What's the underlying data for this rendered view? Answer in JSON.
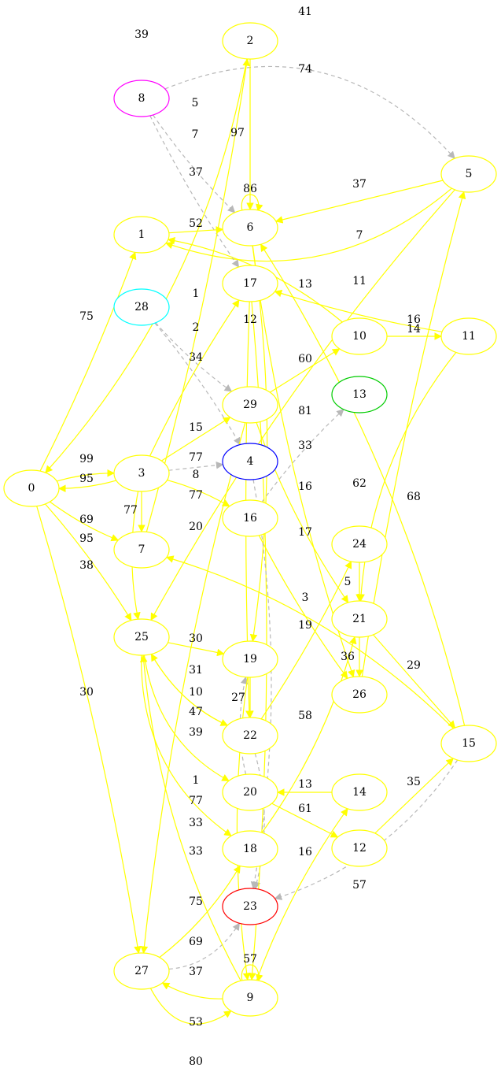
{
  "colors": {
    "edge_main": "#FFFF00",
    "edge_dashed": "#B8B8B8",
    "node_default": "#FFFF00",
    "node_magenta": "#FF00FF",
    "node_cyan": "#00FFFF",
    "node_green": "#00CC00",
    "node_blue": "#0000FF",
    "node_red": "#FF0000"
  },
  "nodes": [
    {
      "id": "0",
      "label": "0",
      "color": "#FFFF00"
    },
    {
      "id": "1",
      "label": "1",
      "color": "#FFFF00"
    },
    {
      "id": "2",
      "label": "2",
      "color": "#FFFF00"
    },
    {
      "id": "3",
      "label": "3",
      "color": "#FFFF00"
    },
    {
      "id": "4",
      "label": "4",
      "color": "#0000FF"
    },
    {
      "id": "5",
      "label": "5",
      "color": "#FFFF00"
    },
    {
      "id": "6",
      "label": "6",
      "color": "#FFFF00"
    },
    {
      "id": "7",
      "label": "7",
      "color": "#FFFF00"
    },
    {
      "id": "8",
      "label": "8",
      "color": "#FF00FF"
    },
    {
      "id": "9",
      "label": "9",
      "color": "#FFFF00"
    },
    {
      "id": "10",
      "label": "10",
      "color": "#FFFF00"
    },
    {
      "id": "11",
      "label": "11",
      "color": "#FFFF00"
    },
    {
      "id": "12",
      "label": "12",
      "color": "#FFFF00"
    },
    {
      "id": "13",
      "label": "13",
      "color": "#00CC00"
    },
    {
      "id": "14",
      "label": "14",
      "color": "#FFFF00"
    },
    {
      "id": "15",
      "label": "15",
      "color": "#FFFF00"
    },
    {
      "id": "16",
      "label": "16",
      "color": "#FFFF00"
    },
    {
      "id": "17",
      "label": "17",
      "color": "#FFFF00"
    },
    {
      "id": "18",
      "label": "18",
      "color": "#FFFF00"
    },
    {
      "id": "19",
      "label": "19",
      "color": "#FFFF00"
    },
    {
      "id": "20",
      "label": "20",
      "color": "#FFFF00"
    },
    {
      "id": "21",
      "label": "21",
      "color": "#FFFF00"
    },
    {
      "id": "22",
      "label": "22",
      "color": "#FFFF00"
    },
    {
      "id": "23",
      "label": "23",
      "color": "#FF0000"
    },
    {
      "id": "24",
      "label": "24",
      "color": "#FFFF00"
    },
    {
      "id": "25",
      "label": "25",
      "color": "#FFFF00"
    },
    {
      "id": "26",
      "label": "26",
      "color": "#FFFF00"
    },
    {
      "id": "27",
      "label": "27",
      "color": "#FFFF00"
    },
    {
      "id": "28",
      "label": "28",
      "color": "#00FFFF"
    },
    {
      "id": "29",
      "label": "29",
      "color": "#FFFF00"
    }
  ],
  "edges": [
    {
      "from": "2",
      "to": "0",
      "label": "39",
      "dashed": false
    },
    {
      "from": "8",
      "to": "5",
      "label": "41",
      "dashed": true
    },
    {
      "from": "5",
      "to": "1",
      "label": "74",
      "dashed": false
    },
    {
      "from": "8",
      "to": "6",
      "label": "5",
      "dashed": true
    },
    {
      "from": "8",
      "to": "17",
      "label": "7",
      "dashed": true
    },
    {
      "from": "2",
      "to": "6",
      "label": "97",
      "dashed": false
    },
    {
      "from": "6",
      "to": "6",
      "label": "86",
      "dashed": false
    },
    {
      "from": "5",
      "to": "6",
      "label": "37",
      "dashed": false
    },
    {
      "from": "1",
      "to": "6",
      "label": "52",
      "dashed": false
    },
    {
      "from": "15",
      "to": "6",
      "label": "7",
      "dashed": false
    },
    {
      "from": "11",
      "to": "17",
      "label": "11",
      "dashed": false
    },
    {
      "from": "10",
      "to": "1",
      "label": "13",
      "dashed": false
    },
    {
      "from": "28",
      "to": "29",
      "label": "1",
      "dashed": true
    },
    {
      "from": "10",
      "to": "11",
      "label": "14",
      "dashed": false
    },
    {
      "from": "28",
      "to": "4",
      "label": "2",
      "dashed": true
    },
    {
      "from": "0",
      "to": "1",
      "label": "75",
      "dashed": false
    },
    {
      "from": "29",
      "to": "10",
      "label": "60",
      "dashed": false
    },
    {
      "from": "3",
      "to": "17",
      "label": "34",
      "dashed": false
    },
    {
      "from": "16",
      "to": "13",
      "label": "81",
      "dashed": true
    },
    {
      "from": "3",
      "to": "29",
      "label": "15",
      "dashed": false
    },
    {
      "from": "3",
      "to": "0",
      "label": "99",
      "dashed": false
    },
    {
      "from": "0",
      "to": "3",
      "label": "95",
      "dashed": false
    },
    {
      "from": "3",
      "to": "4",
      "label": "77",
      "dashed": true
    },
    {
      "from": "29",
      "to": "21",
      "label": "33",
      "dashed": false
    },
    {
      "from": "6",
      "to": "19",
      "label": "16",
      "dashed": false
    },
    {
      "from": "11",
      "to": "21",
      "label": "62",
      "dashed": false
    },
    {
      "from": "3",
      "to": "16",
      "label": "77",
      "dashed": false
    },
    {
      "from": "5",
      "to": "25",
      "label": "68",
      "dashed": false
    },
    {
      "from": "3",
      "to": "7",
      "label": "77",
      "dashed": false
    },
    {
      "from": "0",
      "to": "7",
      "label": "95",
      "dashed": false
    },
    {
      "from": "3",
      "to": "25",
      "label": "69",
      "dashed": false
    },
    {
      "from": "0",
      "to": "25",
      "label": "38",
      "dashed": false
    },
    {
      "from": "16",
      "to": "26",
      "label": "17",
      "dashed": false
    },
    {
      "from": "24",
      "to": "21",
      "label": "5",
      "dashed": false
    },
    {
      "from": "15",
      "to": "7",
      "label": "3",
      "dashed": false
    },
    {
      "from": "22",
      "to": "24",
      "label": "19",
      "dashed": false
    },
    {
      "from": "25",
      "to": "19",
      "label": "30",
      "dashed": false
    },
    {
      "from": "21",
      "to": "26",
      "label": "36",
      "dashed": false
    },
    {
      "from": "21",
      "to": "15",
      "label": "29",
      "dashed": false
    },
    {
      "from": "0",
      "to": "27",
      "label": "30",
      "dashed": false
    },
    {
      "from": "19",
      "to": "22",
      "label": "27",
      "dashed": false
    },
    {
      "from": "18",
      "to": "21",
      "label": "58",
      "dashed": false
    },
    {
      "from": "14",
      "to": "20",
      "label": "13",
      "dashed": false
    },
    {
      "from": "12",
      "to": "15",
      "label": "35",
      "dashed": false
    },
    {
      "from": "20",
      "to": "12",
      "label": "61",
      "dashed": false
    },
    {
      "from": "9",
      "to": "14",
      "label": "16",
      "dashed": false
    },
    {
      "from": "15",
      "to": "23",
      "label": "57",
      "dashed": true
    },
    {
      "from": "9",
      "to": "9",
      "label": "57",
      "dashed": false
    },
    {
      "from": "27",
      "to": "18",
      "label": "69",
      "dashed": false
    },
    {
      "from": "9",
      "to": "27",
      "label": "37",
      "dashed": false
    },
    {
      "from": "27",
      "to": "23",
      "label": "53",
      "dashed": true
    },
    {
      "from": "27",
      "to": "9",
      "label": "80",
      "dashed": false
    },
    {
      "from": "25",
      "to": "18",
      "label": "75",
      "dashed": false
    },
    {
      "from": "25",
      "to": "20",
      "label": "33",
      "dashed": false
    },
    {
      "from": "9",
      "to": "25",
      "label": "33",
      "dashed": false
    },
    {
      "from": "7",
      "to": "2",
      "label": "37",
      "dashed": false
    },
    {
      "from": "29",
      "to": "27",
      "label": "20",
      "dashed": false
    },
    {
      "from": "17",
      "to": "22",
      "label": "31",
      "dashed": false
    },
    {
      "from": "22",
      "to": "25",
      "label": "10",
      "dashed": false
    },
    {
      "from": "20",
      "to": "19",
      "label": "47",
      "dashed": true
    },
    {
      "from": "25",
      "to": "22",
      "label": "39",
      "dashed": false
    },
    {
      "from": "22",
      "to": "23",
      "label": "1",
      "dashed": true
    },
    {
      "from": "17",
      "to": "9",
      "label": "77",
      "dashed": false
    },
    {
      "from": "4",
      "to": "23",
      "label": "8",
      "dashed": true
    },
    {
      "from": "6",
      "to": "26",
      "label": "12",
      "dashed": false
    },
    {
      "from": "26",
      "to": "5",
      "label": "16",
      "dashed": false
    },
    {
      "from": "19",
      "to": "9",
      "label": "20",
      "dashed": false
    }
  ]
}
